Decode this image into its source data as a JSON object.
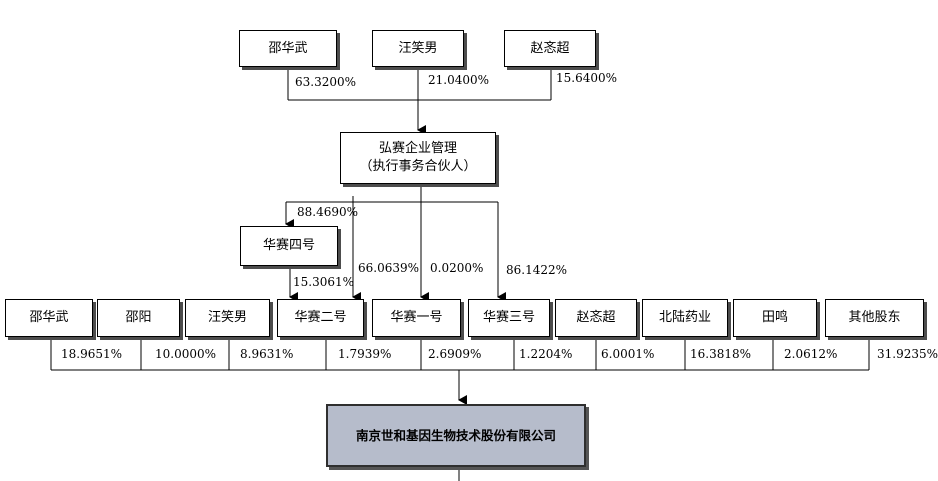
{
  "top_holders": [
    {
      "name": "邵华武",
      "pct": "63.3200%"
    },
    {
      "name": "汪笑男",
      "pct": "21.0400%"
    },
    {
      "name": "赵忞超",
      "pct": "15.6400%"
    }
  ],
  "gp": {
    "line1": "弘赛企业管理",
    "line2": "（执行事务合伙人）"
  },
  "hs4": {
    "name": "华赛四号",
    "gp_pct": "88.4690%"
  },
  "gp_links": {
    "hs2": "66.0639%",
    "hs1": "0.0200%",
    "hs3": "86.1422%",
    "hs4_to_hs2": "15.3061%"
  },
  "shareholders": [
    {
      "name": "邵华武",
      "pct": "18.9651%"
    },
    {
      "name": "邵阳",
      "pct": "10.0000%"
    },
    {
      "name": "汪笑男",
      "pct": "8.9631%"
    },
    {
      "name": "华赛二号",
      "pct": "1.7939%"
    },
    {
      "name": "华赛一号",
      "pct": "2.6909%"
    },
    {
      "name": "华赛三号",
      "pct": "1.2204%"
    },
    {
      "name": "赵忞超",
      "pct": "6.0001%"
    },
    {
      "name": "北陆药业",
      "pct": "16.3818%"
    },
    {
      "name": "田鸣",
      "pct": "2.0612%"
    },
    {
      "name": "其他股东",
      "pct": "31.9235%"
    }
  ],
  "company": {
    "name": "南京世和基因生物技术股份有限公司"
  }
}
